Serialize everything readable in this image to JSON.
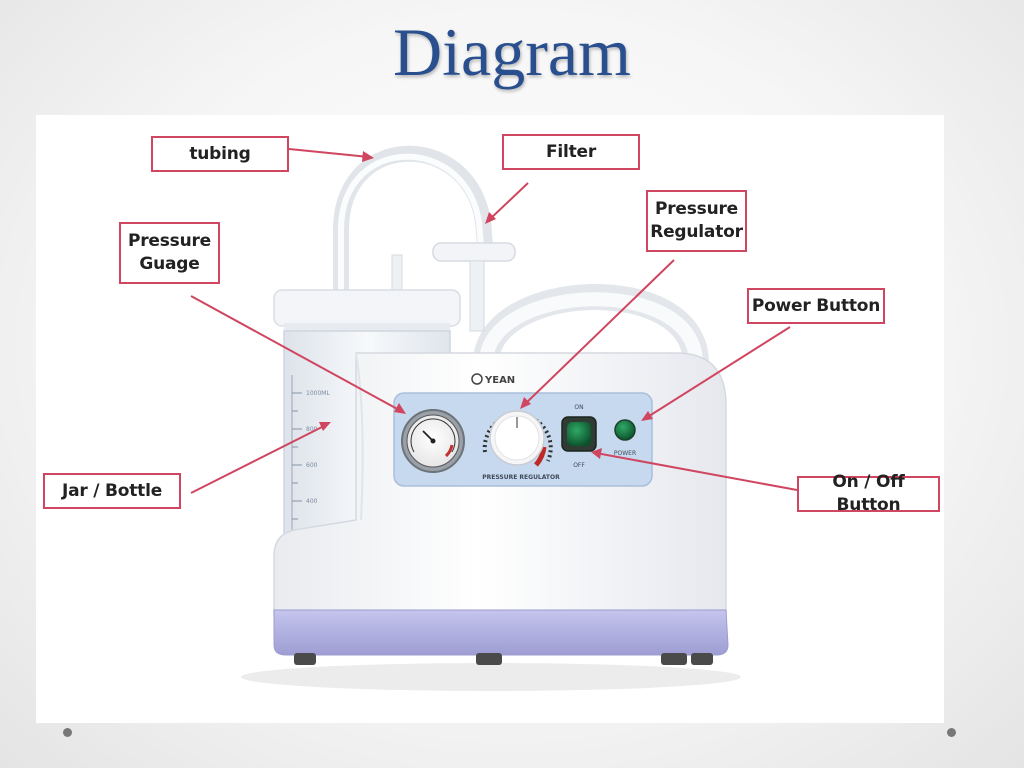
{
  "slide": {
    "title": "Diagram"
  },
  "device": {
    "brand": "YEAN",
    "jar_markings": [
      "1000ML",
      "800",
      "600",
      "400"
    ],
    "panel": {
      "regulator_label": "PRESSURE REGULATOR",
      "on_label": "ON",
      "off_label": "OFF",
      "power_label": "POWER"
    }
  },
  "labels": {
    "tubing": "tubing",
    "filter": "Filter",
    "pressure_gauge": "Pressure\nGuage",
    "pressure_regulator": "Pressure\nRegulator",
    "power_button": "Power Button",
    "jar_bottle": "Jar / Bottle",
    "on_off_button": "On / Off Button"
  },
  "colors": {
    "title": "#2a4f8f",
    "callout_border": "#d0455f",
    "leader_line": "#d0455f",
    "panel": "#c7d9ee",
    "base_band": "#b7b7e6",
    "indicator_green": "#0e6a38"
  }
}
